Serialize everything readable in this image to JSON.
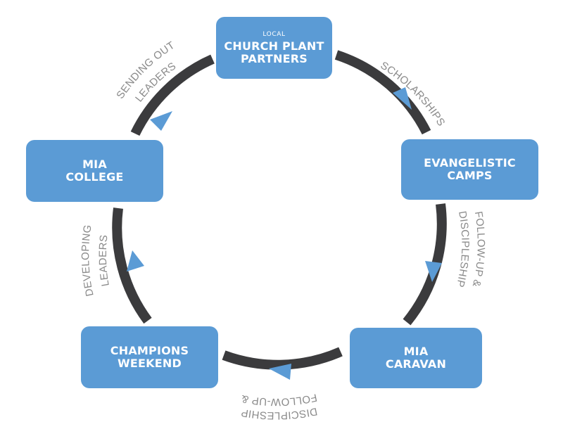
{
  "nodes": {
    "church_plant": {
      "kicker": "LOCAL",
      "line1": "CHURCH PLANT",
      "line2": "PARTNERS"
    },
    "camps": {
      "line1": "EVANGELISTIC",
      "line2": "CAMPS"
    },
    "caravan": {
      "line1": "MIA",
      "line2": "CARAVAN"
    },
    "champions": {
      "line1": "CHAMPIONS",
      "line2": "WEEKEND"
    },
    "college": {
      "line1": "MIA",
      "line2": "COLLEGE"
    }
  },
  "edges": {
    "scholarships": {
      "line1": "SCHOLARSHIPS"
    },
    "follow_up_right": {
      "line1": "FOLLOW-UP &",
      "line2": "DISCIPLESHIP"
    },
    "follow_up_bottom": {
      "line1": "FOLLOW-UP &",
      "line2": "DISCIPLESHIP"
    },
    "developing": {
      "line1": "DEVELOPING",
      "line2": "LEADERS"
    },
    "sending": {
      "line1": "SENDING OUT",
      "line2": "LEADERS"
    }
  },
  "colors": {
    "node_fill": "#5b9bd5",
    "ring": "#3b3b3d",
    "arrow": "#5b9bd5",
    "label": "#8a8a8a"
  }
}
